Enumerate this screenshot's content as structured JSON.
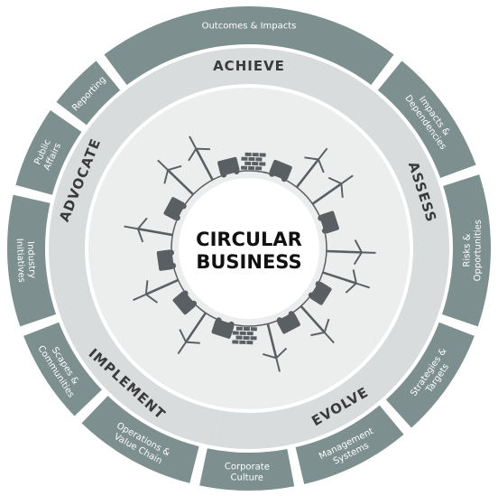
{
  "center": {
    "line1": "CIRCULAR",
    "line2": "BUSINESS"
  },
  "phases": [
    {
      "id": "achieve",
      "label": "ACHIEVE"
    },
    {
      "id": "assess",
      "label": "ASSESS"
    },
    {
      "id": "evolve",
      "label": "EVOLVE"
    },
    {
      "id": "implement",
      "label": "IMPLEMENT"
    },
    {
      "id": "advocate",
      "label": "ADVOCATE"
    }
  ],
  "outer_segments": [
    {
      "id": "outcomes",
      "lines": [
        "Outcomes & Impacts"
      ]
    },
    {
      "id": "impacts",
      "lines": [
        "Impacts &",
        "Dependencies"
      ]
    },
    {
      "id": "risks",
      "lines": [
        "Risks &",
        "Opportunities"
      ]
    },
    {
      "id": "strategies",
      "lines": [
        "Strategies &",
        "Targets"
      ]
    },
    {
      "id": "management",
      "lines": [
        "Management",
        "Systems"
      ]
    },
    {
      "id": "culture",
      "lines": [
        "Corporate",
        "Culture"
      ]
    },
    {
      "id": "operations",
      "lines": [
        "Operations &",
        "Value Chain"
      ]
    },
    {
      "id": "scapes",
      "lines": [
        "Scapes &",
        "Communities"
      ]
    },
    {
      "id": "industry",
      "lines": [
        "Industry",
        "Initiatives"
      ]
    },
    {
      "id": "public",
      "lines": [
        "Public",
        "Affairs"
      ]
    },
    {
      "id": "reporting",
      "lines": [
        "Reporting"
      ]
    }
  ],
  "colors": {
    "outer_ring": "#7d8f8f",
    "middle_ring": "#d8dcdc",
    "inner_disc": "#eceeee",
    "center_disc": "#ffffff",
    "illustration": "#5a5f63",
    "gap": "#ffffff"
  },
  "icons": [
    "wind-turbine-icon",
    "tractor-icon",
    "bricks-icon",
    "truck-icon",
    "factory-icon",
    "robot-arm-icon",
    "airplane-icon",
    "car-icon",
    "tree-icon"
  ]
}
